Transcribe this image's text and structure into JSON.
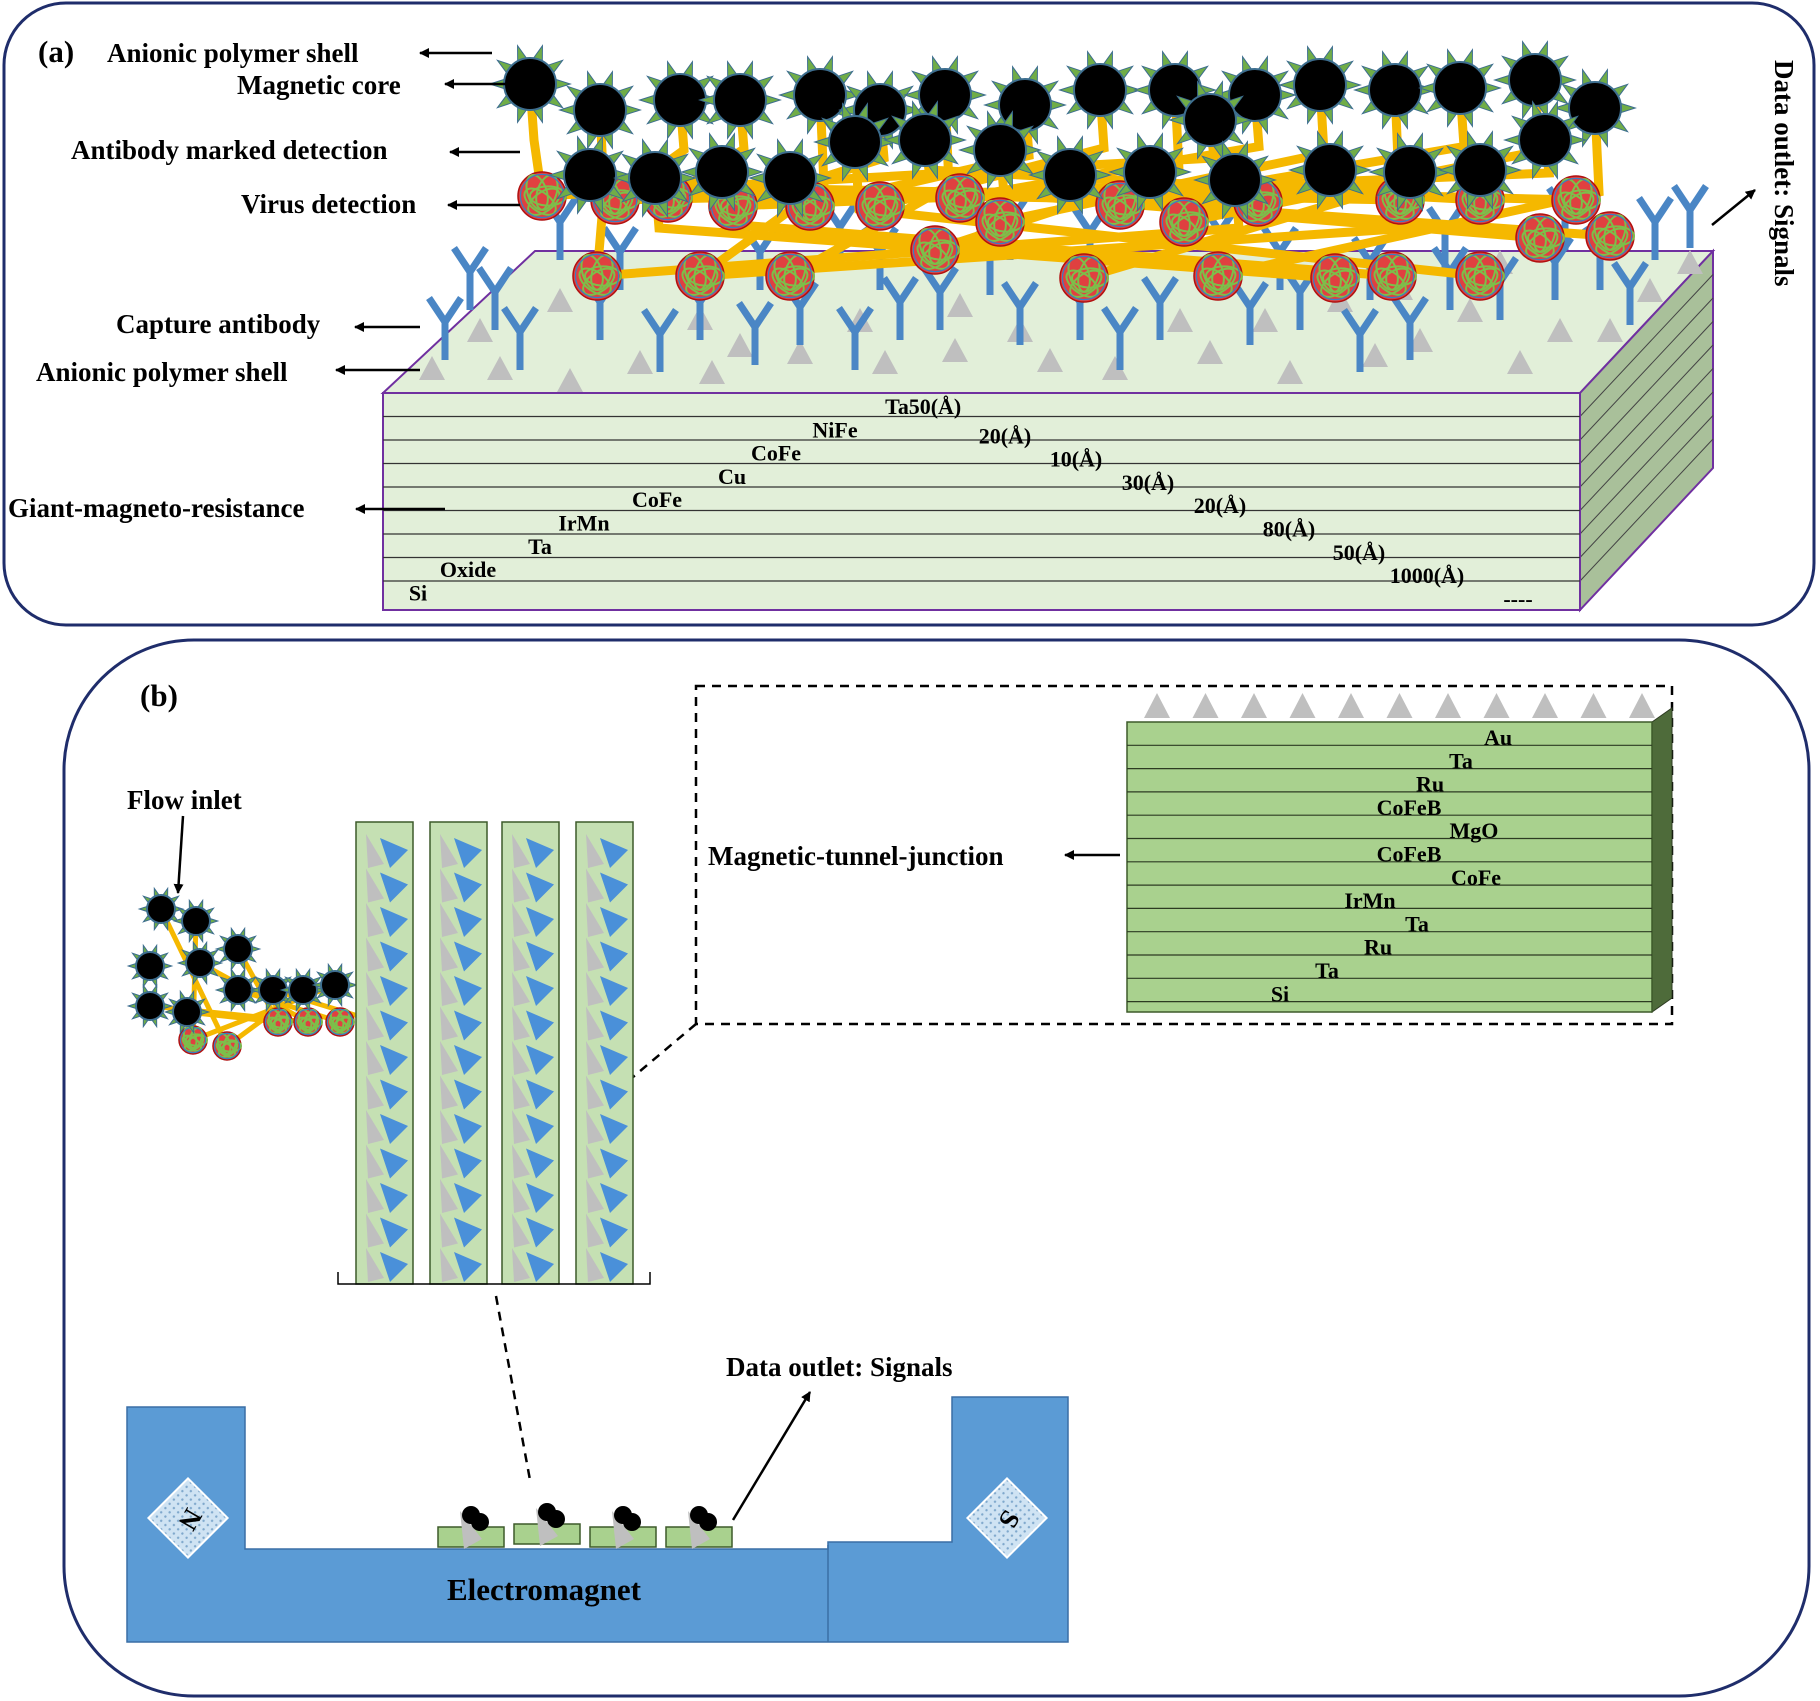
{
  "panel_a": {
    "tag": "(a)",
    "labels": {
      "anionic_shell_top": "Anionic polymer shell",
      "magnetic_core": "Magnetic core",
      "antibody_detection": "Antibody marked detection",
      "virus_detection": "Virus detection",
      "capture_antibody": "Capture antibody",
      "anionic_shell_bottom": "Anionic polymer shell",
      "gmr": "Giant-magneto-resistance",
      "data_outlet": "Data outlet: Signals"
    },
    "layers": [
      {
        "name": "Ta",
        "thickness": "50(Å)"
      },
      {
        "name": "NiFe",
        "thickness": "20(Å)"
      },
      {
        "name": "CoFe",
        "thickness": "10(Å)"
      },
      {
        "name": "Cu",
        "thickness": "30(Å)"
      },
      {
        "name": "CoFe",
        "thickness": "20(Å)"
      },
      {
        "name": "IrMn",
        "thickness": "80(Å)"
      },
      {
        "name": "Ta",
        "thickness": "50(Å)"
      },
      {
        "name": "Oxide",
        "thickness": "1000(Å)"
      },
      {
        "name": "Si",
        "thickness": "----"
      }
    ]
  },
  "panel_b": {
    "tag": "(b)",
    "flow_inlet": "Flow inlet",
    "mtj_label": "Magnetic-tunnel-junction",
    "mtj_layers": [
      "Au",
      "Ta",
      "Ru",
      "CoFeB",
      "MgO",
      "CoFeB",
      "CoFe",
      "IrMn",
      "Ta",
      "Ru",
      "Ta",
      "Si"
    ],
    "data_outlet": "Data outlet: Signals",
    "electromagnet": "Electromagnet",
    "pole_n": "N",
    "pole_s": "S"
  },
  "colors": {
    "frame": "#1f2d6b",
    "layer_fill": "#e2efd9",
    "mtj_fill": "#a9d18e",
    "magnet": "#5b9bd5",
    "antibody": "#4a86c5",
    "linker": "#f5b800",
    "spike": "#70ad47"
  }
}
